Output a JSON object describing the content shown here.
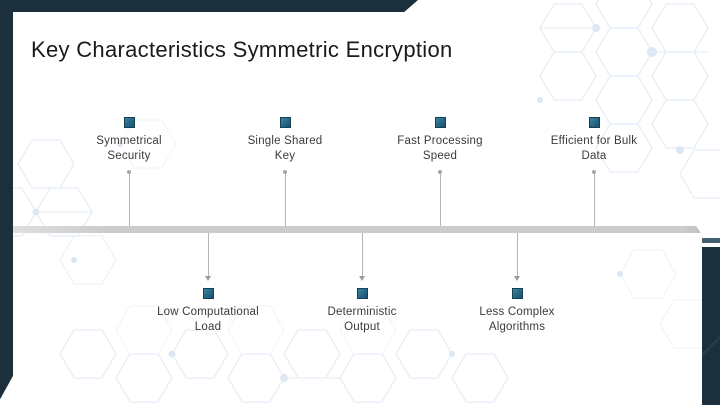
{
  "page": {
    "title": "Key Characteristics Symmetric Encryption"
  },
  "diagram": {
    "type": "horizontal-timeline",
    "top_items": [
      {
        "label": "Symmetrical Security",
        "lines": [
          "Symmetrical",
          "Security"
        ]
      },
      {
        "label": "Single Shared Key",
        "lines": [
          "Single Shared",
          "Key"
        ]
      },
      {
        "label": "Fast Processing Speed",
        "lines": [
          "Fast Processing",
          "Speed"
        ]
      },
      {
        "label": "Efficient for Bulk Data",
        "lines": [
          "Efficient for Bulk",
          "Data"
        ]
      }
    ],
    "bottom_items": [
      {
        "label": "Low Computational Load",
        "lines": [
          "Low Computational",
          "Load"
        ]
      },
      {
        "label": "Deterministic Output",
        "lines": [
          "Deterministic",
          "Output"
        ]
      },
      {
        "label": "Less Complex Algorithms",
        "lines": [
          "Less Complex",
          "Algorithms"
        ]
      }
    ]
  },
  "colors": {
    "frame_navy": "#1c2f3c",
    "accent_slate": "#42616f",
    "marker_teal": "#29708e",
    "timeline_gray": "#cccccc",
    "label_text": "#3b3b3b",
    "title_text": "#1a1a1a",
    "hex_pattern": "#e3edf6"
  }
}
